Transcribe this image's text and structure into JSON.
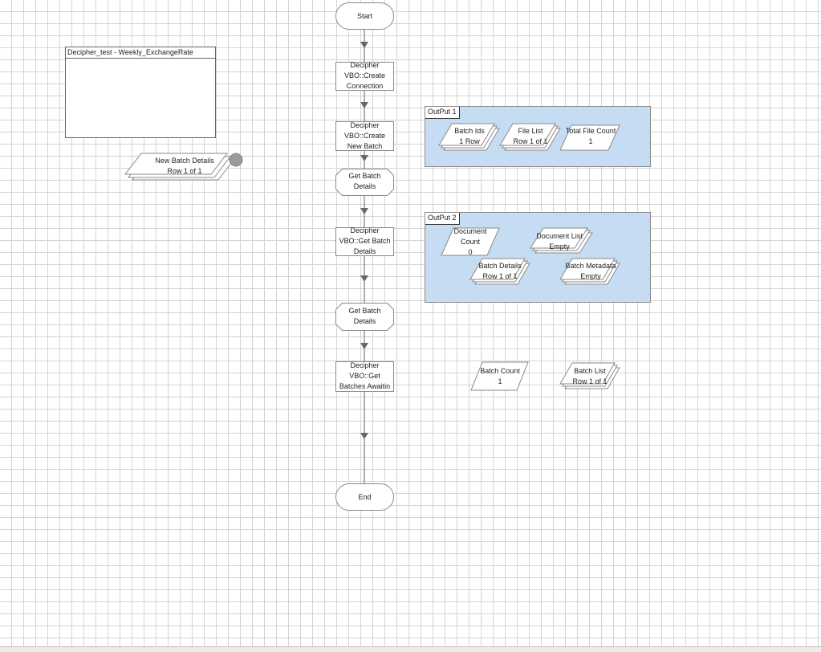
{
  "note": {
    "title": "Decipher_test - Weekly_ExchangeRate"
  },
  "flow": {
    "start": "Start",
    "end": "End",
    "steps": [
      {
        "id": "create-connection",
        "lines": [
          "Decipher",
          "VBO::Create",
          "Connection"
        ]
      },
      {
        "id": "create-new-batch",
        "lines": [
          "Decipher",
          "VBO::Create",
          "New Batch"
        ]
      },
      {
        "id": "get-batch-details-1",
        "lines": [
          "Get Batch",
          "Details"
        ]
      },
      {
        "id": "get-batch-details-action",
        "lines": [
          "Decipher",
          "VBO::Get Batch",
          "Details"
        ]
      },
      {
        "id": "get-batch-details-2",
        "lines": [
          "Get Batch",
          "Details"
        ]
      },
      {
        "id": "get-batches-awaiting",
        "lines": [
          "Decipher",
          "VBO::Get",
          "Batches Awaitin"
        ]
      }
    ]
  },
  "blocks": [
    {
      "id": "output-1",
      "title": "OutPut 1"
    },
    {
      "id": "output-2",
      "title": "OutPut 2"
    }
  ],
  "data_items": [
    {
      "id": "new-batch-details",
      "lines": [
        "New Batch Details",
        "Row 1 of 1"
      ]
    },
    {
      "id": "batch-ids",
      "lines": [
        "Batch Ids",
        "1 Row"
      ]
    },
    {
      "id": "file-list",
      "lines": [
        "File List",
        "Row 1 of 1"
      ]
    },
    {
      "id": "total-file-count",
      "lines": [
        "Total File Count",
        "1"
      ]
    },
    {
      "id": "document-count",
      "lines": [
        "Document",
        "Count",
        "0"
      ]
    },
    {
      "id": "document-list",
      "lines": [
        "Document List",
        "Empty"
      ]
    },
    {
      "id": "batch-details",
      "lines": [
        "Batch Details",
        "Row 1 of 1"
      ]
    },
    {
      "id": "batch-metadata",
      "lines": [
        "Batch Metadata",
        "Empty"
      ]
    },
    {
      "id": "batch-count",
      "lines": [
        "Batch Count",
        "1"
      ]
    },
    {
      "id": "batch-list",
      "lines": [
        "Batch List",
        "Row 1 of 1"
      ]
    }
  ],
  "colors": {
    "block_fill": "#c5dcf2",
    "shape_stroke": "#8a8a8a",
    "connector": "#666666",
    "handle": "#9a9a9a"
  }
}
